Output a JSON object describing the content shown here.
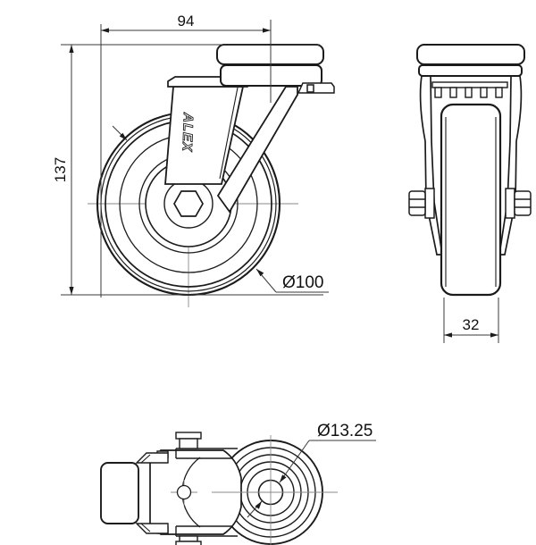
{
  "drawing": {
    "brand": "ALEX",
    "views": {
      "side": "side-view-swivel-caster",
      "front": "front-view-swivel-caster",
      "top": "top-view-swivel-caster"
    },
    "dimensions": {
      "overall_length": "94",
      "overall_height": "137",
      "wheel_diameter": "Ø100",
      "wheel_width": "32",
      "bolt_hole_diameter": "Ø13.25"
    },
    "colors": {
      "outline": "#1b1b1b",
      "dimension_line": "#3a3a3a",
      "centerline": "#8a8a8a",
      "background": "#ffffff"
    }
  }
}
